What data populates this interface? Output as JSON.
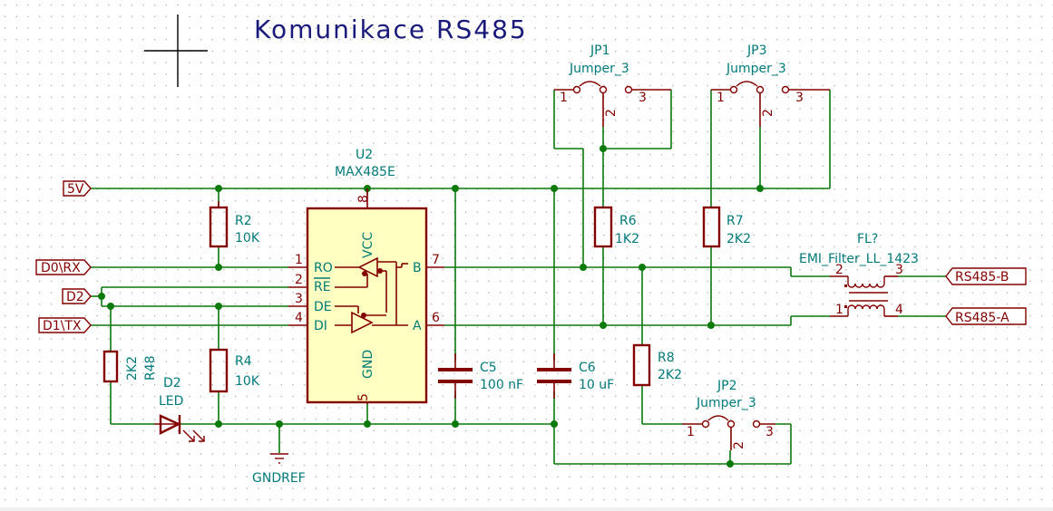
{
  "title": "Komunikace RS485",
  "colors": {
    "wire": "#0a7a0a",
    "component": "#840000",
    "ic_fill": "#ffffc2",
    "text_ref": "#007a7a",
    "title": "#1a1a7a"
  },
  "global_labels": {
    "v5": "5V",
    "d0rx": "D0\\RX",
    "d2": "D2",
    "d1tx": "D1\\TX",
    "rs485b": "RS485-B",
    "rs485a": "RS485-A"
  },
  "power": {
    "gnd_label": "GNDREF"
  },
  "components": {
    "u2": {
      "ref": "U2",
      "value": "MAX485E",
      "pins": {
        "vcc_name": "VCC",
        "vcc_num": "8",
        "gnd_name": "GND",
        "gnd_num": "5",
        "ro_name": "RO",
        "ro_num": "1",
        "re_name": "RE",
        "re_num": "2",
        "de_name": "DE",
        "de_num": "3",
        "di_name": "DI",
        "di_num": "4",
        "b_name": "B",
        "b_num": "7",
        "a_name": "A",
        "a_num": "6"
      }
    },
    "r2": {
      "ref": "R2",
      "value": "10K"
    },
    "r4": {
      "ref": "R4",
      "value": "10K"
    },
    "r48": {
      "ref": "R48",
      "value": "2K2"
    },
    "r6": {
      "ref": "R6",
      "value": "1K2"
    },
    "r7": {
      "ref": "R7",
      "value": "2K2"
    },
    "r8": {
      "ref": "R8",
      "value": "2K2"
    },
    "c5": {
      "ref": "C5",
      "value": "100 nF"
    },
    "c6": {
      "ref": "C6",
      "value": "10 uF"
    },
    "d2": {
      "ref": "D2",
      "value": "LED"
    },
    "jp1": {
      "ref": "JP1",
      "value": "Jumper_3",
      "p1": "1",
      "p2": "2",
      "p3": "3"
    },
    "jp2": {
      "ref": "JP2",
      "value": "Jumper_3",
      "p1": "1",
      "p2": "2",
      "p3": "3"
    },
    "jp3": {
      "ref": "JP3",
      "value": "Jumper_3",
      "p1": "1",
      "p2": "2",
      "p3": "3"
    },
    "fl": {
      "ref": "FL?",
      "value": "EMI_Filter_LL_1423",
      "p1": "1",
      "p2": "2",
      "p3": "3",
      "p4": "4"
    }
  }
}
